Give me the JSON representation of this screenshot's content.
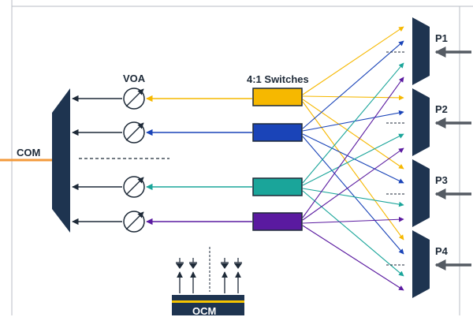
{
  "labels": {
    "com": "COM",
    "voa": "VOA",
    "switches": "4:1 Switches",
    "ocm": "OCM",
    "ports": [
      "P1",
      "P2",
      "P3",
      "P4"
    ]
  },
  "colors": {
    "ink": "#1e2a38",
    "com_fiber": "#f39a3c",
    "channels": [
      "#f6b800",
      "#1a44b8",
      "#1aa59a",
      "#5a1aa0"
    ],
    "ocm_stripe": "#f6c400"
  },
  "icons": [
    "demux-block-icon",
    "voa-attenuator-icon",
    "photodiode-icon",
    "port-mux-icon"
  ]
}
